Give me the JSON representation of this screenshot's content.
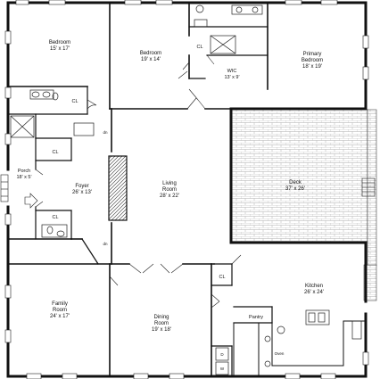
{
  "rooms": [
    {
      "id": "bedroom-1",
      "name": "Bedroom",
      "dims": "15' x 17'"
    },
    {
      "id": "bedroom-2",
      "name": "Bedroom",
      "dims": "19' x 14'"
    },
    {
      "id": "primary-bedroom",
      "name": "Primary\nBedroom",
      "dims": "18' x 19'"
    },
    {
      "id": "wic",
      "name": "WIC",
      "dims": "13' x 9'"
    },
    {
      "id": "porch",
      "name": "Porch",
      "dims": "18' x 5'"
    },
    {
      "id": "foyer",
      "name": "Foyer",
      "dims": "26' x 13'"
    },
    {
      "id": "living-room",
      "name": "Living\nRoom",
      "dims": "28' x 22'"
    },
    {
      "id": "deck",
      "name": "Deck",
      "dims": "37' x 26'"
    },
    {
      "id": "family-room",
      "name": "Family\nRoom",
      "dims": "24' x 17'"
    },
    {
      "id": "dining-room",
      "name": "Dining\nRoom",
      "dims": "19' x 18'"
    },
    {
      "id": "kitchen",
      "name": "Kitchen",
      "dims": "26' x 24'"
    }
  ],
  "labels": {
    "closet": "CL",
    "pantry": "Pantry",
    "oven": "Oven",
    "dryer": "D",
    "washer": "W",
    "down": "dn"
  }
}
